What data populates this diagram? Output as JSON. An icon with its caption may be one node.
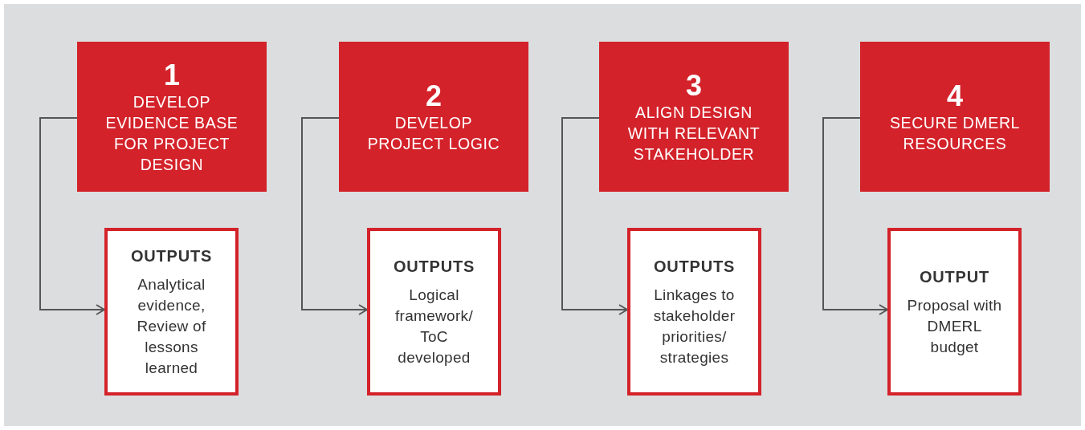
{
  "diagram": {
    "nodes": [
      {
        "text": [
          "1",
          "DEVELOP EVIDENCE BASE FOR PROJECT DESIGN"
        ]
      },
      {
        "text": [
          "OUTPUTS",
          "Analytical evidence, Review of lessons learned"
        ]
      },
      {
        "text": [
          "2",
          "DEVELOP PROJECT LOGIC"
        ]
      },
      {
        "text": [
          "OUTPUTS",
          "Logical framework/ ToC developed"
        ]
      },
      {
        "text": [
          "3",
          "ALIGN DESIGN WITH RELEVANT STAKEHOLDER"
        ]
      },
      {
        "text": [
          "OUTPUTS",
          "Linkages to stakeholder priorities/ strategies"
        ]
      },
      {
        "text": [
          "4",
          "SECURE DMERL RESOURCES"
        ]
      },
      {
        "text": [
          "OUTPUT",
          "Proposal with DMERL budget"
        ]
      }
    ],
    "edges": [
      {
        "from": 0,
        "to": 1,
        "arrow": "to"
      },
      {
        "from": 2,
        "to": 3,
        "arrow": "to"
      },
      {
        "from": 4,
        "to": 5,
        "arrow": "to"
      },
      {
        "from": 6,
        "to": 7,
        "arrow": "to"
      }
    ]
  }
}
